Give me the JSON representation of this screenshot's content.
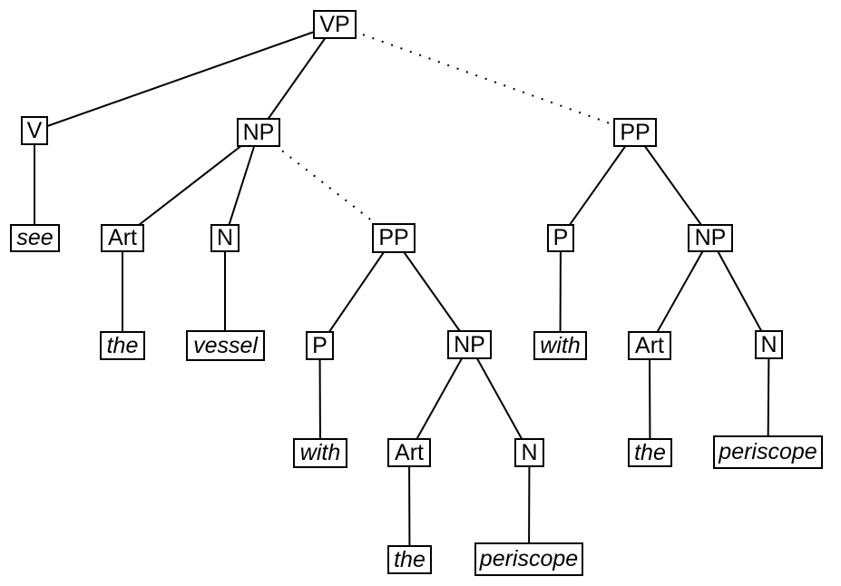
{
  "diagram": {
    "kind": "syntax-parse-tree",
    "sentence_fragment": "see the vessel with the periscope",
    "line_color": "#000000",
    "box_background": "#ffffff",
    "dotted_edge_meaning": "alternative PP attachment"
  },
  "nodes": [
    {
      "id": "vp",
      "label": "VP",
      "kind": "category"
    },
    {
      "id": "v",
      "label": "V",
      "kind": "category"
    },
    {
      "id": "np-1",
      "label": "NP",
      "kind": "category"
    },
    {
      "id": "pp-right",
      "label": "PP",
      "kind": "category"
    },
    {
      "id": "see",
      "label": "see",
      "kind": "word"
    },
    {
      "id": "art-1",
      "label": "Art",
      "kind": "category"
    },
    {
      "id": "n-1",
      "label": "N",
      "kind": "category"
    },
    {
      "id": "pp-mid",
      "label": "PP",
      "kind": "category"
    },
    {
      "id": "p-right",
      "label": "P",
      "kind": "category"
    },
    {
      "id": "np-right",
      "label": "NP",
      "kind": "category"
    },
    {
      "id": "the-1",
      "label": "the",
      "kind": "word"
    },
    {
      "id": "vessel",
      "label": "vessel",
      "kind": "word"
    },
    {
      "id": "p-mid",
      "label": "P",
      "kind": "category"
    },
    {
      "id": "np-mid",
      "label": "NP",
      "kind": "category"
    },
    {
      "id": "with-right",
      "label": "with",
      "kind": "word"
    },
    {
      "id": "art-right",
      "label": "Art",
      "kind": "category"
    },
    {
      "id": "n-right",
      "label": "N",
      "kind": "category"
    },
    {
      "id": "with-mid",
      "label": "with",
      "kind": "word"
    },
    {
      "id": "art-mid",
      "label": "Art",
      "kind": "category"
    },
    {
      "id": "n-mid",
      "label": "N",
      "kind": "category"
    },
    {
      "id": "the-right",
      "label": "the",
      "kind": "word"
    },
    {
      "id": "periscope-right",
      "label": "periscope",
      "kind": "word"
    },
    {
      "id": "the-mid",
      "label": "the",
      "kind": "word"
    },
    {
      "id": "periscope-mid",
      "label": "periscope",
      "kind": "word"
    }
  ],
  "edges": [
    {
      "from": "vp",
      "to": "v",
      "style": "solid"
    },
    {
      "from": "vp",
      "to": "np-1",
      "style": "solid"
    },
    {
      "from": "vp",
      "to": "pp-right",
      "style": "dotted"
    },
    {
      "from": "v",
      "to": "see",
      "style": "solid"
    },
    {
      "from": "np-1",
      "to": "art-1",
      "style": "solid"
    },
    {
      "from": "np-1",
      "to": "n-1",
      "style": "solid"
    },
    {
      "from": "np-1",
      "to": "pp-mid",
      "style": "dotted"
    },
    {
      "from": "art-1",
      "to": "the-1",
      "style": "solid"
    },
    {
      "from": "n-1",
      "to": "vessel",
      "style": "solid"
    },
    {
      "from": "pp-mid",
      "to": "p-mid",
      "style": "solid"
    },
    {
      "from": "pp-mid",
      "to": "np-mid",
      "style": "solid"
    },
    {
      "from": "p-mid",
      "to": "with-mid",
      "style": "solid"
    },
    {
      "from": "np-mid",
      "to": "art-mid",
      "style": "solid"
    },
    {
      "from": "np-mid",
      "to": "n-mid",
      "style": "solid"
    },
    {
      "from": "art-mid",
      "to": "the-mid",
      "style": "solid"
    },
    {
      "from": "n-mid",
      "to": "periscope-mid",
      "style": "solid"
    },
    {
      "from": "pp-right",
      "to": "p-right",
      "style": "solid"
    },
    {
      "from": "pp-right",
      "to": "np-right",
      "style": "solid"
    },
    {
      "from": "p-right",
      "to": "with-right",
      "style": "solid"
    },
    {
      "from": "np-right",
      "to": "art-right",
      "style": "solid"
    },
    {
      "from": "np-right",
      "to": "n-right",
      "style": "solid"
    },
    {
      "from": "art-right",
      "to": "the-right",
      "style": "solid"
    },
    {
      "from": "n-right",
      "to": "periscope-right",
      "style": "solid"
    }
  ]
}
